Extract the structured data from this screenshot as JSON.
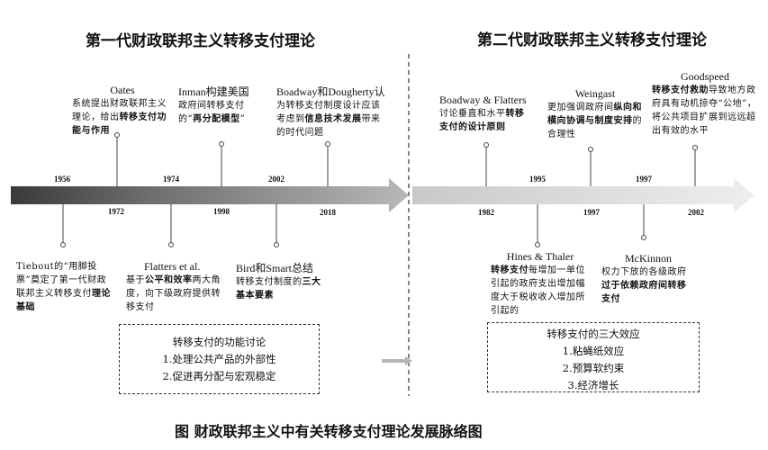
{
  "gen1": {
    "title": "第一代财政联邦主义转移支付理论",
    "years": [
      "1956",
      "1972",
      "1974",
      "1998",
      "2002",
      "2018"
    ],
    "above": [
      {
        "name": "Oates",
        "pre": "系统提出财政联邦主义理论，给出",
        "bold": "转移支付功能与作用",
        "post": ""
      },
      {
        "name": "Inman构建美国",
        "pre": "政府间转移支付的“",
        "bold": "再分配模型",
        "post": "”"
      },
      {
        "name": "Boadway和Dougherty认",
        "pre": "为转移支付制度设计应该考虑到",
        "bold": "信息技术发展",
        "post": "带来的时代问题"
      }
    ],
    "below": [
      {
        "name": "Tiebout的“用脚投票”奠定了第一代财政联邦主义转移支付",
        "bold": "理论基础",
        "post": ""
      },
      {
        "name": "Flatters et al.",
        "pre": "基于",
        "bold": "公平和效率",
        "post": "两大角度，向下级政府提供转移支付"
      },
      {
        "name": "Bird和Smart总结",
        "pre": "转移支付制度的",
        "bold": "三大基本要素",
        "post": ""
      }
    ],
    "box": {
      "title": "转移支付的功能讨论",
      "items": [
        "1.处理公共产品的外部性",
        "2.促进再分配与宏观稳定"
      ]
    }
  },
  "gen2": {
    "title": "第二代财政联邦主义转移支付理论",
    "years": [
      "1982",
      "1995",
      "1997",
      "1997",
      "2002"
    ],
    "above": [
      {
        "name": "Boadway & Flatters",
        "pre": "讨论垂直和水平",
        "bold": "转移支付的设计原则",
        "post": ""
      },
      {
        "name": "Weingast",
        "pre": "更加强调政府间",
        "bold": "纵向和横向协调与制度安排",
        "post": "的合理性"
      },
      {
        "name": "Goodspeed",
        "pre": "",
        "bold": "转移支付救助",
        "post": "导致地方政府具有动机掠夺“公地”，将公共项目扩展到远远超出有效的水平"
      }
    ],
    "below": [
      {
        "name": "Hines & Thaler",
        "pre": "",
        "bold": "转移支付",
        "post": "每增加一单位引起的政府支出增加幅度大于税收收入增加所引起的"
      },
      {
        "name": "McKinnon",
        "pre": "权力下放的各级政府",
        "bold": "过于依赖政府间转移支付",
        "post": ""
      }
    ],
    "box": {
      "title": "转移支付的三大效应",
      "items": [
        "1.粘蝇纸效应",
        "2.预算软约束",
        "3.经济增长"
      ]
    }
  },
  "caption": "图  财政联邦主义中有关转移支付理论发展脉络图",
  "colors": {
    "arrow_dark": "#3a3a3a",
    "arrow_light": "#e4e4e4",
    "line": "#444444"
  }
}
